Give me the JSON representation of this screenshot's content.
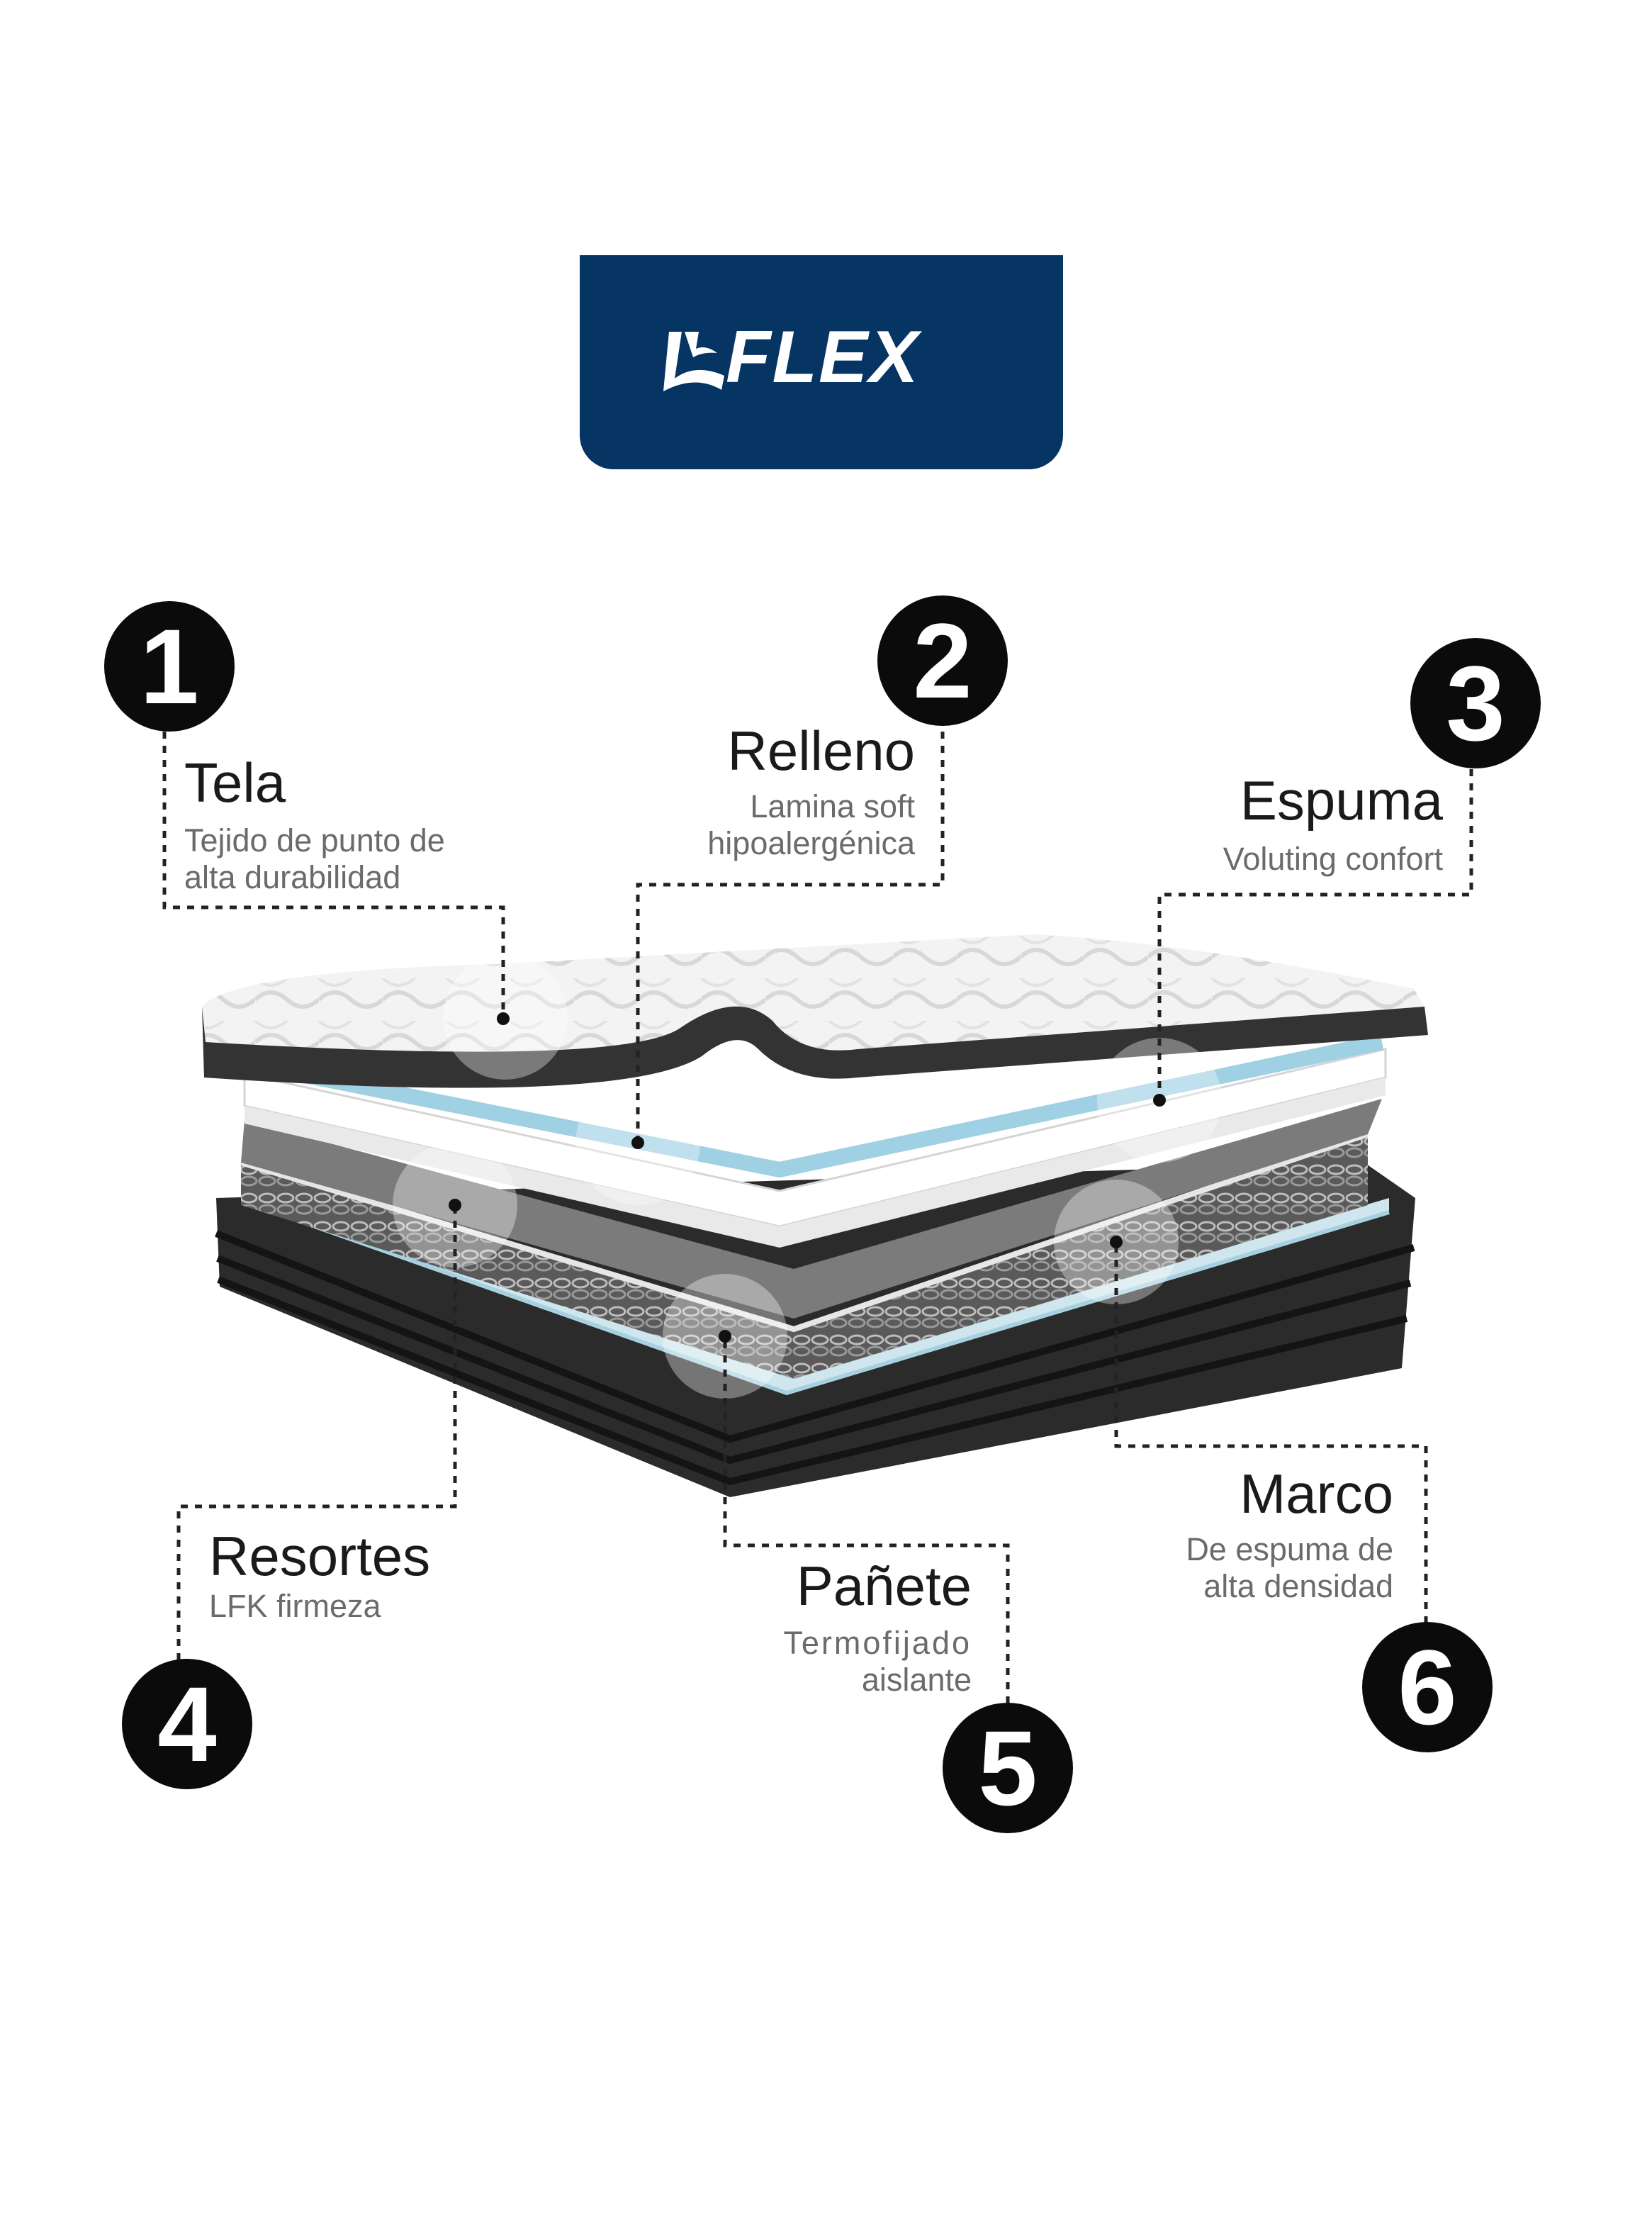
{
  "brand": {
    "name": "FLEX",
    "color": "#063463"
  },
  "callouts": [
    {
      "number": "1",
      "title": "Tela",
      "description": [
        "Tejido de punto de",
        "alta durabilidad"
      ]
    },
    {
      "number": "2",
      "title": "Relleno",
      "description": [
        "Lamina soft",
        "hipoalergénica"
      ]
    },
    {
      "number": "3",
      "title": "Espuma",
      "description": [
        "Voluting confort"
      ]
    },
    {
      "number": "4",
      "title": "Resortes",
      "description": [
        "LFK firmeza"
      ]
    },
    {
      "number": "5",
      "title": "Pañete",
      "description": [
        "Termofijado",
        "aislante"
      ]
    },
    {
      "number": "6",
      "title": "Marco",
      "description": [
        "De espuma de",
        "alta densidad"
      ]
    }
  ],
  "colors": {
    "badge": "#0b0b0b",
    "title": "#1a1a1a",
    "description": "#6b6b6b",
    "leader": "#222222"
  }
}
